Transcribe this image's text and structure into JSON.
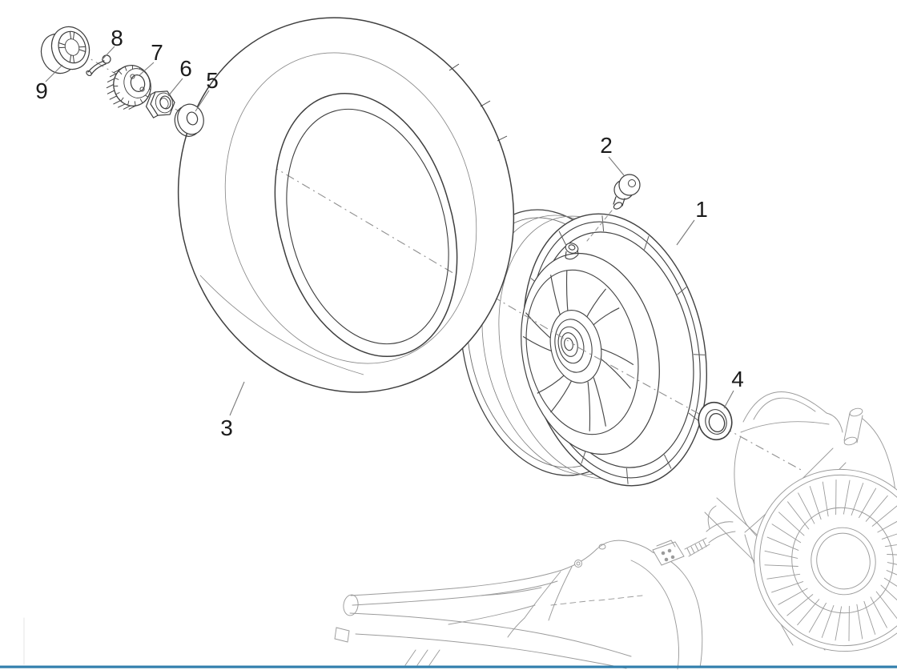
{
  "page": {
    "background_color": "#ffffff",
    "accent_bar_color": "#3380ad"
  },
  "diagram": {
    "kind": "exploded parts diagram - scooter rear wheel",
    "line_color_parts": "#3f3f3f",
    "line_color_assembly": "#9b9b9b",
    "callouts": [
      {
        "label": "1"
      },
      {
        "label": "2"
      },
      {
        "label": "3"
      },
      {
        "label": "4"
      },
      {
        "label": "5"
      },
      {
        "label": "6"
      },
      {
        "label": "7"
      },
      {
        "label": "8"
      },
      {
        "label": "9"
      }
    ]
  }
}
